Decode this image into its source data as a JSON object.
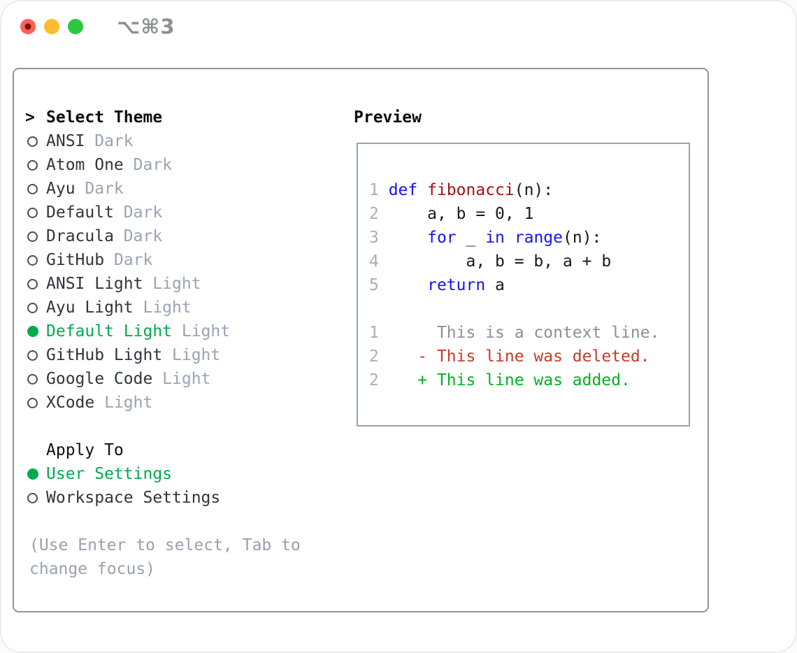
{
  "colors": {
    "green": "#00ab4e",
    "light_red": "#ff5f57",
    "light_red_dot": "#7d100c",
    "light_yellow": "#febc2e",
    "light_green": "#2ac940",
    "titlebar_gray": "#8e8f93",
    "panel_border": "#8d949e",
    "box_border": "#99a1ac",
    "header_black": "#0c0e10",
    "name_dark": "#30353b",
    "tag_gray": "#9aa4b1",
    "help_gray": "#98a1ad",
    "ring_gray": "#4a4f56",
    "num_gray": "#a7aeb9",
    "kw_blue": "#1414f0",
    "fn_red": "#a31212",
    "code_text": "#17191c",
    "ctx_gray": "#8a9099",
    "del_red": "#c83b28",
    "add_green": "#00b220"
  },
  "titlebar": {
    "shortcut": "⌥⌘3"
  },
  "theme_selector": {
    "caret": ">",
    "header": "Select Theme",
    "items": [
      {
        "name": "ANSI",
        "tag": "Dark",
        "selected": false
      },
      {
        "name": "Atom One",
        "tag": "Dark",
        "selected": false
      },
      {
        "name": "Ayu",
        "tag": "Dark",
        "selected": false
      },
      {
        "name": "Default",
        "tag": "Dark",
        "selected": false
      },
      {
        "name": "Dracula",
        "tag": "Dark",
        "selected": false
      },
      {
        "name": "GitHub",
        "tag": "Dark",
        "selected": false
      },
      {
        "name": "ANSI Light",
        "tag": "Light",
        "selected": false
      },
      {
        "name": "Ayu Light",
        "tag": "Light",
        "selected": false
      },
      {
        "name": "Default Light",
        "tag": "Light",
        "selected": true
      },
      {
        "name": "GitHub Light",
        "tag": "Light",
        "selected": false
      },
      {
        "name": "Google Code",
        "tag": "Light",
        "selected": false
      },
      {
        "name": "XCode",
        "tag": "Light",
        "selected": false
      }
    ],
    "apply_to": {
      "header": "Apply To",
      "items": [
        {
          "label": "User Settings",
          "selected": true
        },
        {
          "label": "Workspace Settings",
          "selected": false
        }
      ]
    },
    "help": [
      "(Use Enter to select, Tab to",
      "change focus)"
    ]
  },
  "preview": {
    "header": "Preview",
    "lines": [
      [],
      [
        {
          "t": "1 ",
          "c": "num"
        },
        {
          "t": "def",
          "c": "kw"
        },
        {
          "t": " ",
          "c": "pl"
        },
        {
          "t": "fibonacci",
          "c": "fn"
        },
        {
          "t": "(n):",
          "c": "pl"
        }
      ],
      [
        {
          "t": "2",
          "c": "num"
        },
        {
          "t": "     a, b = 0, 1",
          "c": "pl"
        }
      ],
      [
        {
          "t": "3",
          "c": "num"
        },
        {
          "t": "     ",
          "c": "pl"
        },
        {
          "t": "for",
          "c": "kw"
        },
        {
          "t": " _ ",
          "c": "pl"
        },
        {
          "t": "in",
          "c": "kw"
        },
        {
          "t": " ",
          "c": "pl"
        },
        {
          "t": "range",
          "c": "kw"
        },
        {
          "t": "(n):",
          "c": "pl"
        }
      ],
      [
        {
          "t": "4",
          "c": "num"
        },
        {
          "t": "         a, b = b, a + b",
          "c": "pl"
        }
      ],
      [
        {
          "t": "5",
          "c": "num"
        },
        {
          "t": "     ",
          "c": "pl"
        },
        {
          "t": "return",
          "c": "kw"
        },
        {
          "t": " a",
          "c": "pl"
        }
      ],
      [],
      [
        {
          "t": "1",
          "c": "num"
        },
        {
          "t": "      This is a context line.",
          "c": "ctx"
        }
      ],
      [
        {
          "t": "2",
          "c": "num"
        },
        {
          "t": "    ",
          "c": "pl"
        },
        {
          "t": "- This line was deleted.",
          "c": "del"
        }
      ],
      [
        {
          "t": "2",
          "c": "num"
        },
        {
          "t": "    ",
          "c": "pl"
        },
        {
          "t": "+ This line was added.",
          "c": "add"
        }
      ],
      []
    ]
  }
}
